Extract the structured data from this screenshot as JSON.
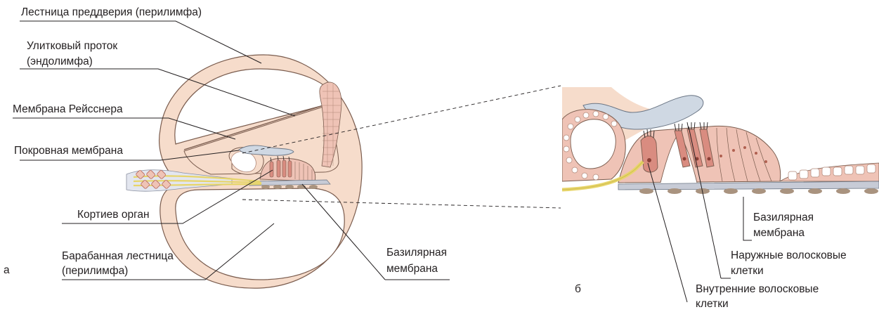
{
  "panel_a": {
    "letter": "а",
    "labels": {
      "scala_vestibuli": "Лестница преддверия (перилимфа)",
      "cochlear_duct_line1": "Улитковый проток",
      "cochlear_duct_line2": "(эндолимфа)",
      "reissner_membrane": "Мембрана Рейсснера",
      "tectorial_membrane": "Покровная мембрана",
      "organ_of_corti": "Кортиев орган",
      "scala_tympani_line1": "Барабанная лестница",
      "scala_tympani_line2": "(перилимфа)",
      "basilar_membrane_line1": "Базилярная",
      "basilar_membrane_line2": "мембрана"
    }
  },
  "panel_b": {
    "letter": "б",
    "labels": {
      "basilar_membrane_line1": "Базилярная",
      "basilar_membrane_line2": "мембрана",
      "outer_hair_cells_line1": "Наружные волосковые",
      "outer_hair_cells_line2": "клетки",
      "inner_hair_cells_line1": "Внутренние волосковые",
      "inner_hair_cells_line2": "клетки"
    }
  },
  "colors": {
    "bone_fill": "#f6dccb",
    "outline": "#7a5c4e",
    "membrane_fill": "#cfd8e3",
    "cell_fill": "#efc3b6",
    "hair_cell_fill": "#d98c80",
    "nerve": "#f1e89a",
    "basilar": "#c7cbd6"
  }
}
